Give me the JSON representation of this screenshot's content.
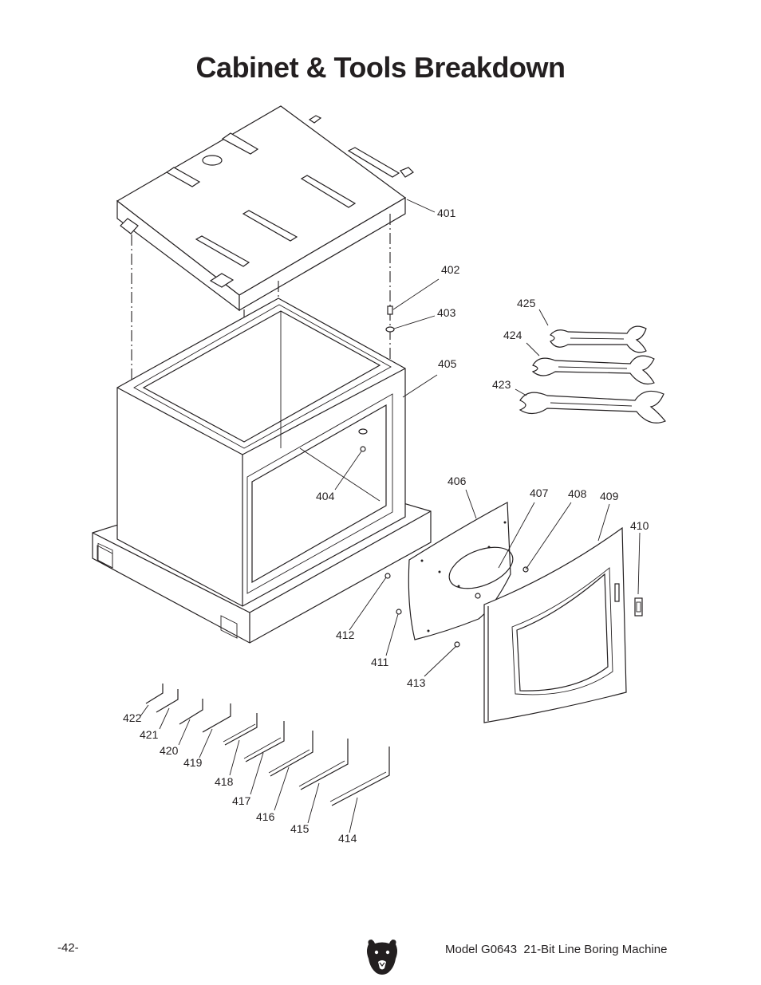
{
  "page": {
    "title": "Cabinet & Tools Breakdown",
    "page_number": "-42-",
    "model_caption": "Model G0643  21-Bit Line Boring Machine"
  },
  "logo": {
    "icon": "bear-head-logo"
  },
  "callouts": {
    "p401": "401",
    "p402": "402",
    "p403": "403",
    "p404": "404",
    "p405": "405",
    "p406": "406",
    "p407": "407",
    "p408": "408",
    "p409": "409",
    "p410": "410",
    "p411": "411",
    "p412": "412",
    "p413": "413",
    "p414": "414",
    "p415": "415",
    "p416": "416",
    "p417": "417",
    "p418": "418",
    "p419": "419",
    "p420": "420",
    "p421": "421",
    "p422": "422",
    "p423": "423",
    "p424": "424",
    "p425": "425"
  },
  "colors": {
    "ink": "#231f20",
    "paper": "#ffffff"
  }
}
